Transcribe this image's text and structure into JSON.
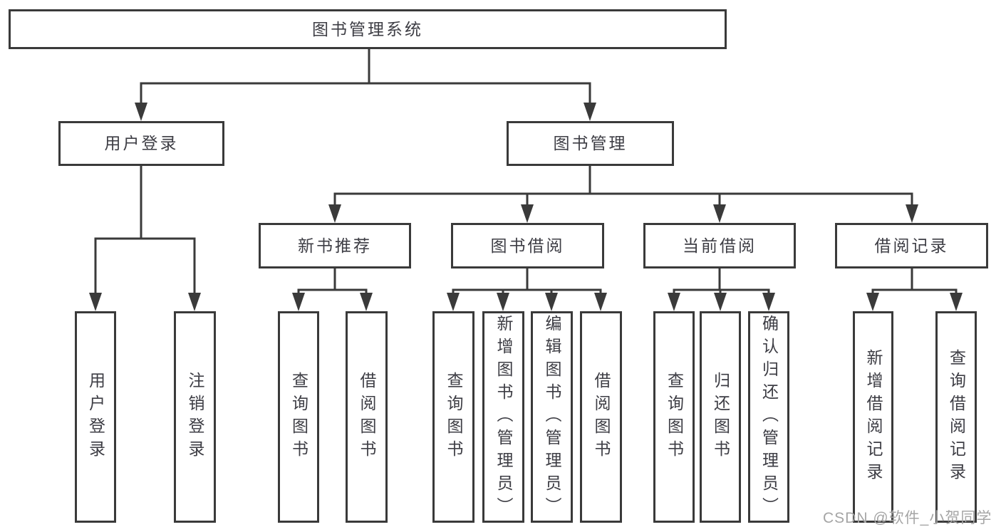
{
  "tree": {
    "root": {
      "label": "图书管理系统",
      "children": [
        {
          "label": "用户登录",
          "children": [
            {
              "label": "用户登录"
            },
            {
              "label": "注销登录"
            }
          ]
        },
        {
          "label": "图书管理",
          "children": [
            {
              "label": "新书推荐",
              "children": [
                {
                  "label": "查询图书"
                },
                {
                  "label": "借阅图书"
                }
              ]
            },
            {
              "label": "图书借阅",
              "children": [
                {
                  "label": "查询图书"
                },
                {
                  "label": "新增图书（管理员）"
                },
                {
                  "label": "编辑图书（管理员）"
                },
                {
                  "label": "借阅图书"
                }
              ]
            },
            {
              "label": "当前借阅",
              "children": [
                {
                  "label": "查询图书"
                },
                {
                  "label": "归还图书"
                },
                {
                  "label": "确认归还（管理员）"
                }
              ]
            },
            {
              "label": "借阅记录",
              "children": [
                {
                  "label": "新增借阅记录"
                },
                {
                  "label": "查询借阅记录"
                }
              ]
            }
          ]
        }
      ]
    }
  },
  "watermark": {
    "text": "CSDN @软件_小贺同学"
  },
  "colors": {
    "line": "#3a3a3a",
    "text": "#3d3d44",
    "watermark": "#a5a5a5",
    "background": "#ffffff"
  }
}
